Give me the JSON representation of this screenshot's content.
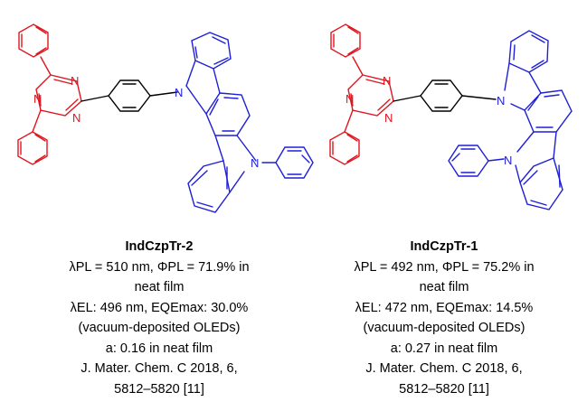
{
  "atoms": {
    "triazine_n": "N",
    "carbazole_n": "N"
  },
  "colors": {
    "acceptor": "#e0141e",
    "donor": "#1f1fd6",
    "linker": "#000000"
  },
  "left": {
    "name": "IndCzpTr-2",
    "plqy_line": "λPL = 510 nm, ΦPL = 71.9% in",
    "plqy_line2": "neat film",
    "el_line": "λEL: 496 nm, EQEmax: 30.0%",
    "device_line": "(vacuum-deposited OLEDs)",
    "a_line": "a: 0.16 in neat film",
    "ref_line": "J. Mater. Chem. C 2018, 6,",
    "ref_line2": "5812–5820 [11]"
  },
  "right": {
    "name": "IndCzpTr-1",
    "plqy_line": "λPL = 492 nm, ΦPL = 75.2% in",
    "plqy_line2": "neat film",
    "el_line": "λEL: 472 nm, EQEmax: 14.5%",
    "device_line": "(vacuum-deposited OLEDs)",
    "a_line": "a: 0.27 in neat film",
    "ref_line": "J. Mater. Chem. C 2018, 6,",
    "ref_line2": "5812–5820 [11]"
  }
}
